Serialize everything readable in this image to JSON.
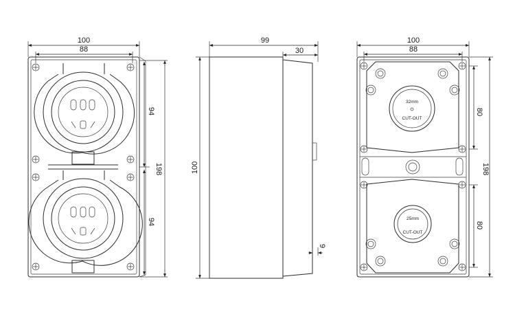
{
  "front_view": {
    "width_outer": "100",
    "width_inner": "88",
    "height_total": "198",
    "height_upper": "94",
    "height_lower": "94"
  },
  "side_view": {
    "depth_total": "99",
    "depth_box": "30",
    "height": "100",
    "flange": "9"
  },
  "back_view": {
    "width_outer": "100",
    "width_inner": "88",
    "height_total": "198",
    "height_upper": "80",
    "height_lower": "80",
    "knockout_top_size": "32mm",
    "knockout_top_label": "CUT-OUT",
    "knockout_bottom_size": "25mm",
    "knockout_bottom_label": "CUT-OUT"
  },
  "colors": {
    "line": "#2b2b2b",
    "background": "#ffffff"
  }
}
